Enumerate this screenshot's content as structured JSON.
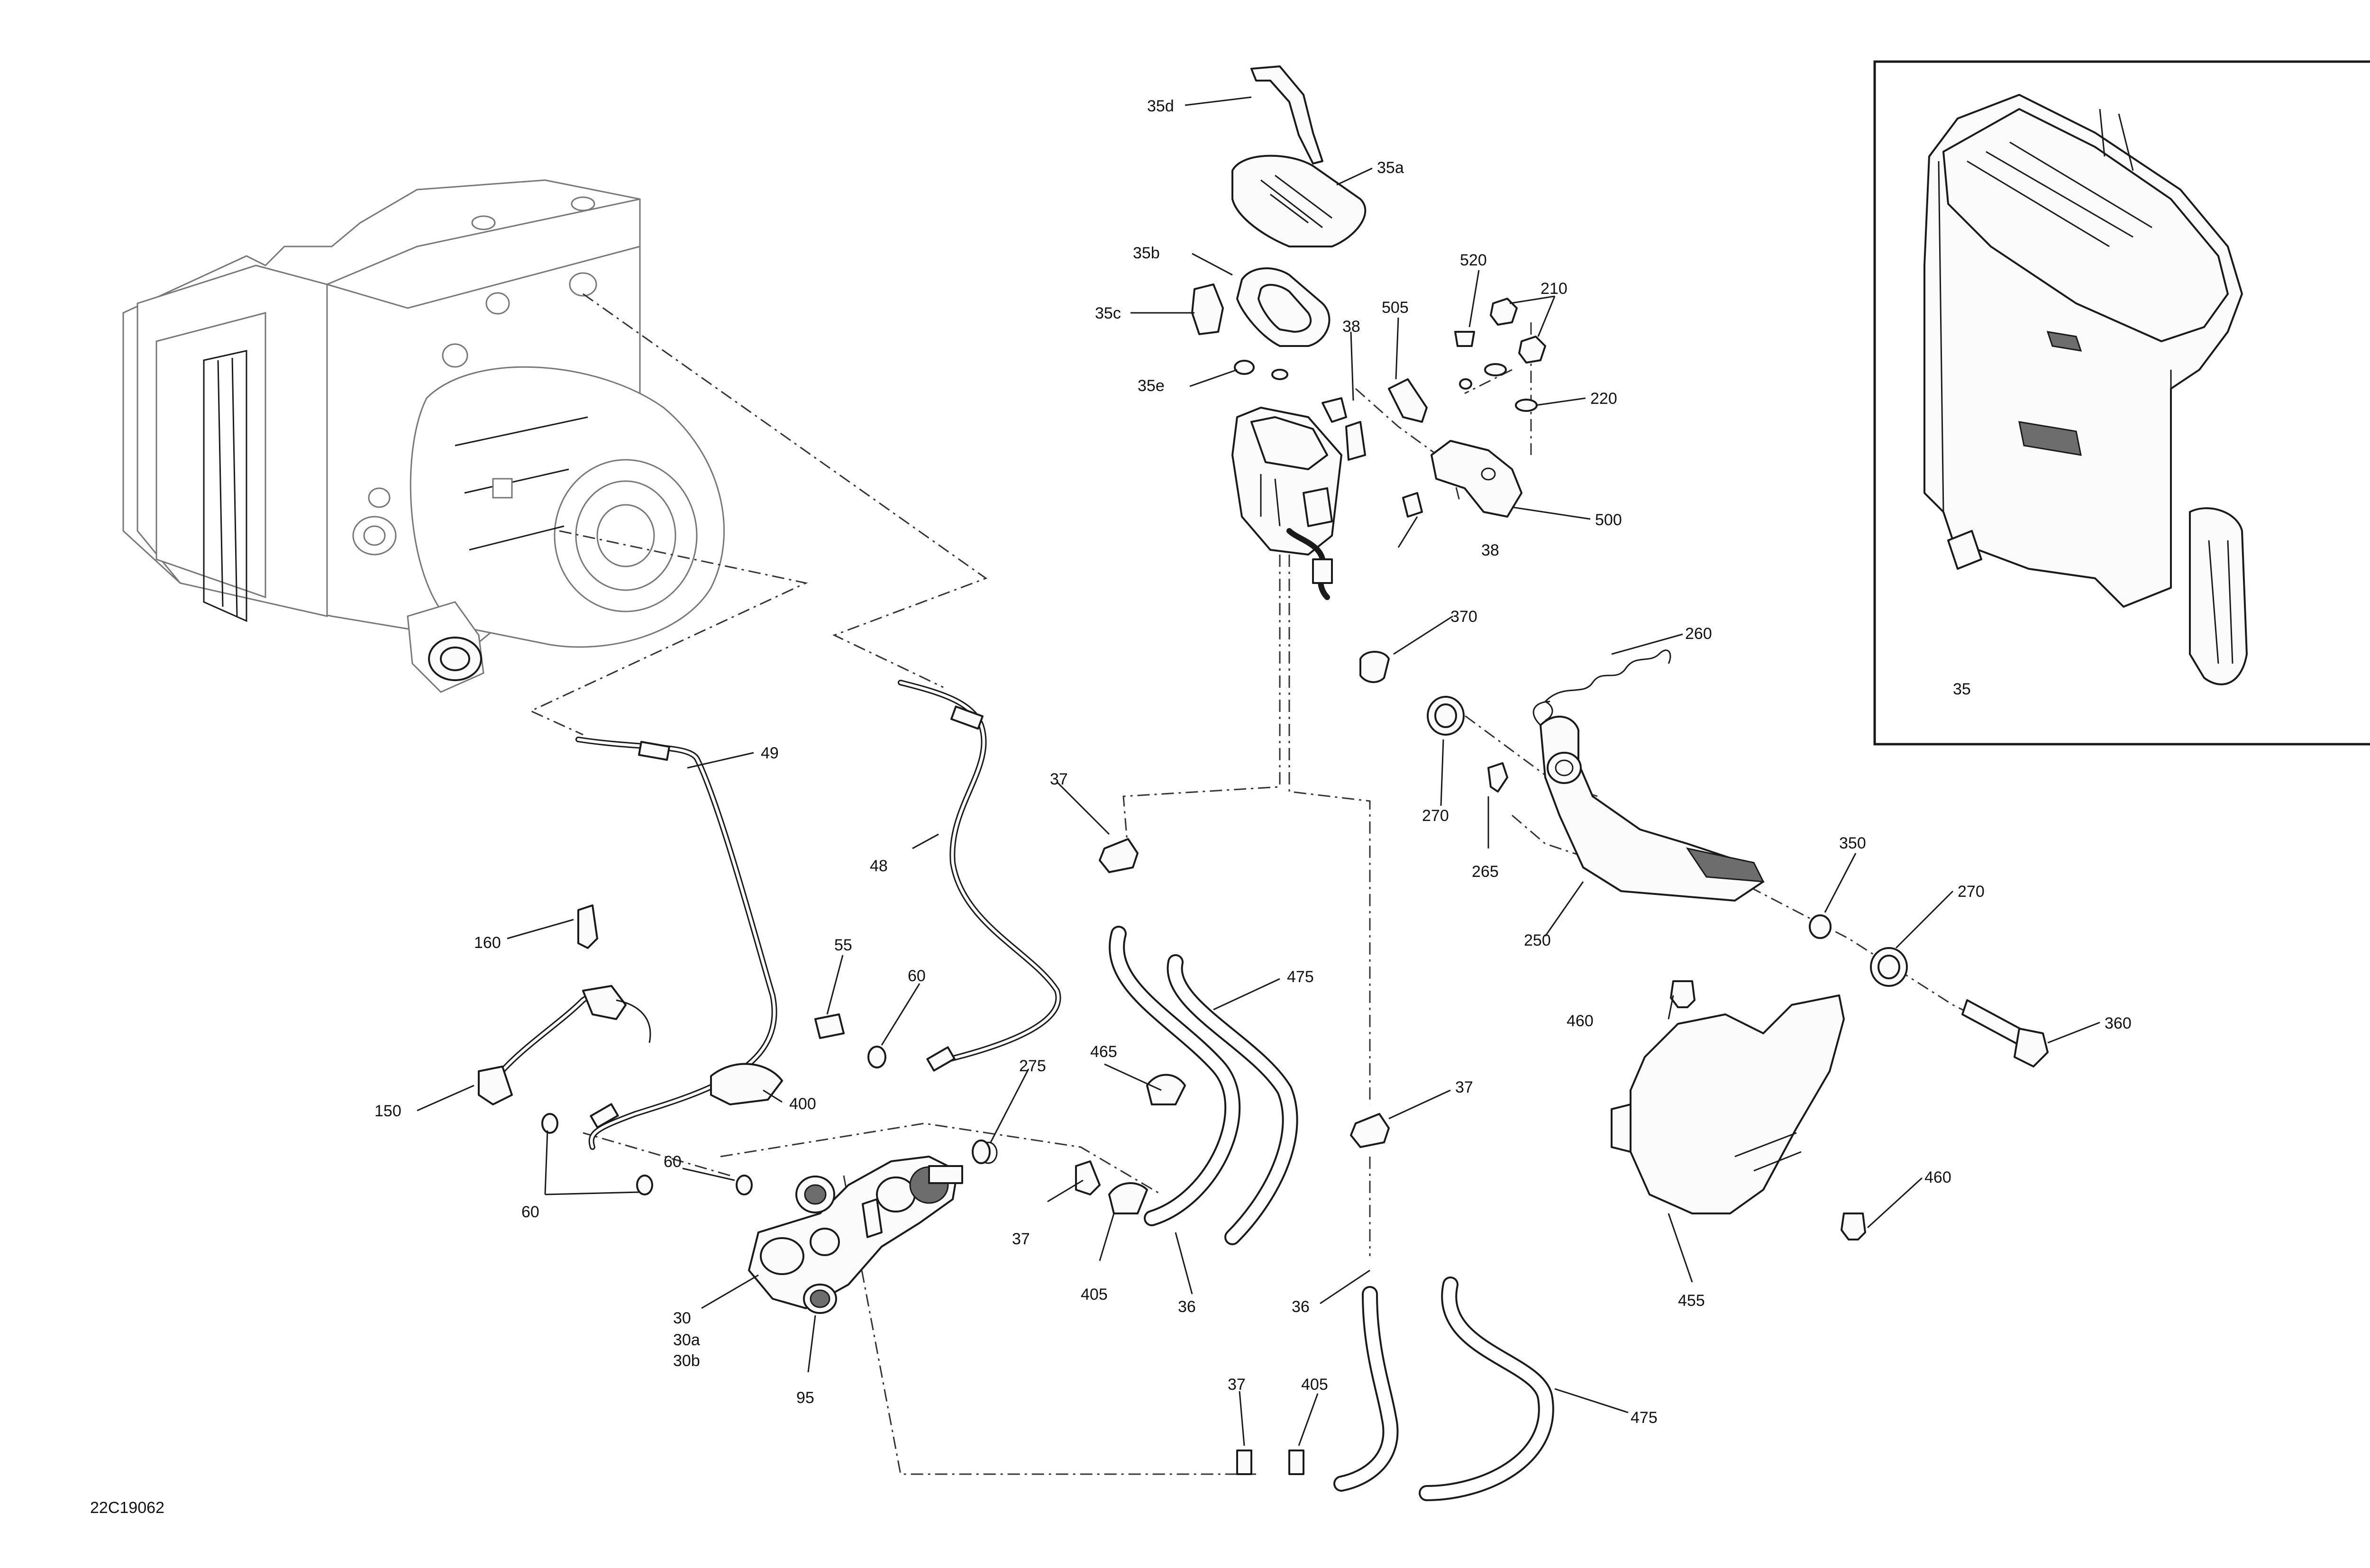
{
  "diagram_id": "22C19062",
  "inset_label": "35",
  "callouts": {
    "c35d": "35d",
    "c35a": "35a",
    "c35b": "35b",
    "c35c": "35c",
    "c35e": "35e",
    "c38a": "38",
    "c38b": "38",
    "c505": "505",
    "c520": "520",
    "c210": "210",
    "c220": "220",
    "c500": "500",
    "c370": "370",
    "c260": "260",
    "c270a": "270",
    "c265": "265",
    "c250": "250",
    "c350": "350",
    "c270b": "270",
    "c360": "360",
    "c49": "49",
    "c48": "48",
    "c37a": "37",
    "c37b": "37",
    "c37c": "37",
    "c37d": "37",
    "c160": "160",
    "c55": "55",
    "c60a": "60",
    "c60b": "60",
    "c60c": "60",
    "c475a": "475",
    "c475b": "475",
    "c465": "465",
    "c275": "275",
    "c400": "400",
    "c150": "150",
    "c30": "30",
    "c30a": "30a",
    "c30b": "30b",
    "c95": "95",
    "c405a": "405",
    "c405b": "405",
    "c36a": "36",
    "c36b": "36",
    "c460a": "460",
    "c460b": "460",
    "c455": "455"
  }
}
